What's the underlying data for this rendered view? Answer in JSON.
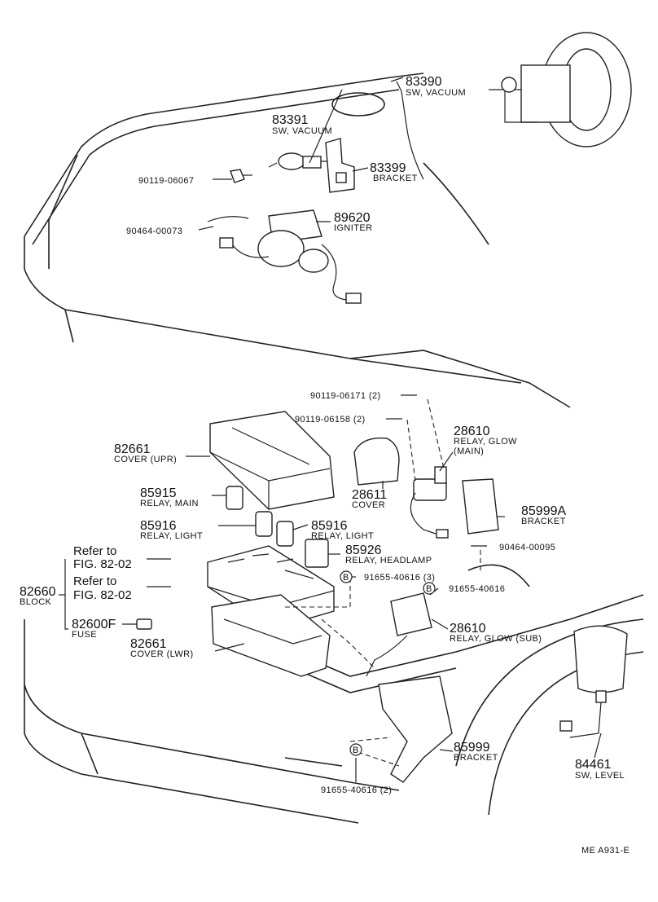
{
  "parts": {
    "p83390": {
      "number": "83390",
      "name": "SW, VACUUM"
    },
    "p83391": {
      "number": "83391",
      "name": "SW, VACUUM"
    },
    "p83399": {
      "number": "83399",
      "name": "BRACKET"
    },
    "p90119_06067": {
      "number": "90119-06067"
    },
    "p89620": {
      "number": "89620",
      "name": "IGNITER"
    },
    "p90464_00073": {
      "number": "90464-00073"
    },
    "p90119_06171": {
      "number": "90119-06171 (2)"
    },
    "p90119_06158": {
      "number": "90119-06158 (2)"
    },
    "p28610_main": {
      "number": "28610",
      "name1": "RELAY, GLOW",
      "name2": "(MAIN)"
    },
    "p82661_upr": {
      "number": "82661",
      "name": "COVER (UPR)"
    },
    "p28611": {
      "number": "28611",
      "name": "COVER"
    },
    "p85915": {
      "number": "85915",
      "name": "RELAY, MAIN"
    },
    "p85999A": {
      "number": "85999A",
      "name": "BRACKET"
    },
    "p85916_a": {
      "number": "85916",
      "name": "RELAY, LIGHT"
    },
    "p85916_b": {
      "number": "85916",
      "name": "RELAY, LIGHT"
    },
    "p90464_00095": {
      "number": "90464-00095"
    },
    "p85926": {
      "number": "85926",
      "name": "RELAY, HEADLAMP"
    },
    "p91655_3": {
      "marker": "B",
      "number": "91655-40616 (3)"
    },
    "p91655": {
      "marker": "B",
      "number": "91655-40616"
    },
    "p82660": {
      "number": "82660",
      "name": "BLOCK"
    },
    "p82600F": {
      "number": "82600F",
      "name": "FUSE"
    },
    "p82661_lwr": {
      "number": "82661",
      "name": "COVER (LWR)"
    },
    "p28610_sub": {
      "number": "28610",
      "name": "RELAY, GLOW (SUB)"
    },
    "p85999": {
      "number": "85999",
      "name": "BRACKET"
    },
    "p91655_2": {
      "marker": "B",
      "number": "91655-40616 (2)"
    },
    "p84461": {
      "number": "84461",
      "name": "SW, LEVEL"
    }
  },
  "refs": {
    "r1_line1": "Refer to",
    "r1_line2": "FIG. 82-02",
    "r2_line1": "Refer to",
    "r2_line2": "FIG. 82-02"
  },
  "footer": {
    "code": "ME  A931-E"
  }
}
